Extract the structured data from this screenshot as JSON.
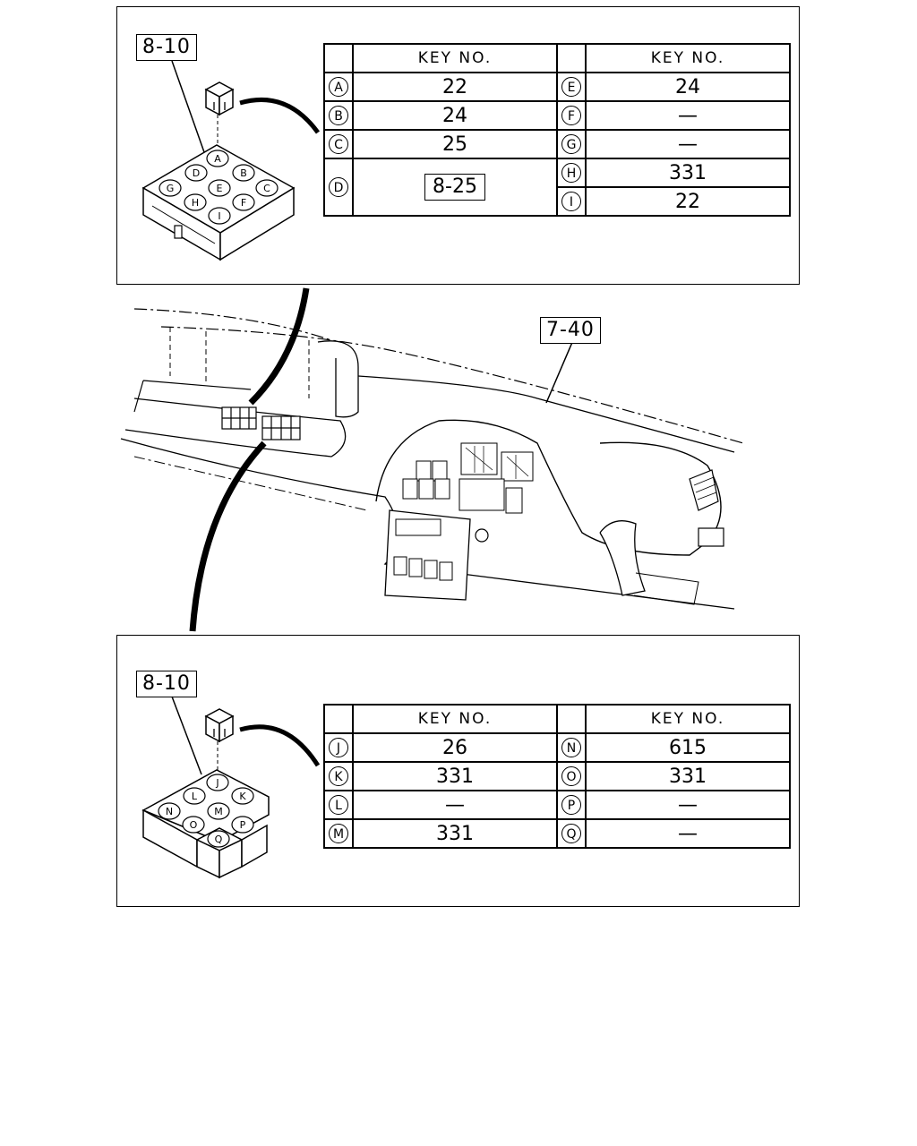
{
  "top_panel": {
    "ref_label": "8-10",
    "header_left": "KEY NO.",
    "header_right": "KEY NO.",
    "left_rows": [
      {
        "letter": "A",
        "value": "22"
      },
      {
        "letter": "B",
        "value": "24"
      },
      {
        "letter": "C",
        "value": "25"
      },
      {
        "letter": "D",
        "value": "8-25",
        "boxed": true
      }
    ],
    "right_rows": [
      {
        "letter": "E",
        "value": "24"
      },
      {
        "letter": "F",
        "value": "—"
      },
      {
        "letter": "G",
        "value": "—"
      },
      {
        "letter": "H",
        "value": "331"
      },
      {
        "letter": "I",
        "value": "22"
      }
    ],
    "block_letters": [
      "A",
      "B",
      "C",
      "D",
      "E",
      "F",
      "G",
      "H",
      "I"
    ]
  },
  "center": {
    "ref_label": "7-40"
  },
  "bottom_panel": {
    "ref_label": "8-10",
    "header_left": "KEY NO.",
    "header_right": "KEY NO.",
    "left_rows": [
      {
        "letter": "J",
        "value": "26"
      },
      {
        "letter": "K",
        "value": "331"
      },
      {
        "letter": "L",
        "value": "—"
      },
      {
        "letter": "M",
        "value": "331"
      }
    ],
    "right_rows": [
      {
        "letter": "N",
        "value": "615"
      },
      {
        "letter": "O",
        "value": "331"
      },
      {
        "letter": "P",
        "value": "—"
      },
      {
        "letter": "Q",
        "value": "—"
      }
    ],
    "block_letters": [
      "J",
      "K",
      "L",
      "M",
      "N",
      "O",
      "P",
      "Q"
    ]
  }
}
